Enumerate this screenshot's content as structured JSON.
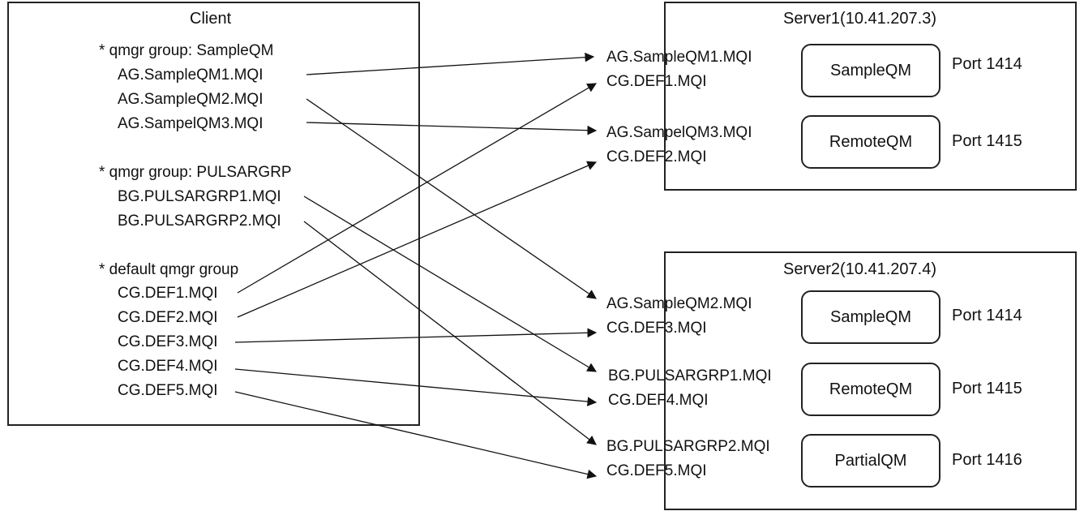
{
  "client": {
    "title": "Client",
    "groups": [
      {
        "header": "* qmgr group: SampleQM",
        "channels": [
          "AG.SampleQM1.MQI",
          "AG.SampleQM2.MQI",
          "AG.SampelQM3.MQI"
        ]
      },
      {
        "header": "* qmgr group: PULSARGRP",
        "channels": [
          "BG.PULSARGRP1.MQI",
          "BG.PULSARGRP2.MQI"
        ]
      },
      {
        "header": "* default qmgr group",
        "channels": [
          "CG.DEF1.MQI",
          "CG.DEF2.MQI",
          "CG.DEF3.MQI",
          "CG.DEF4.MQI",
          "CG.DEF5.MQI"
        ]
      }
    ]
  },
  "servers": [
    {
      "title": "Server1(10.41.207.3)",
      "queue_managers": [
        {
          "name": "SampleQM",
          "port": "Port 1414",
          "channels": [
            "AG.SampleQM1.MQI",
            "CG.DEF1.MQI"
          ]
        },
        {
          "name": "RemoteQM",
          "port": "Port 1415",
          "channels": [
            "AG.SampelQM3.MQI",
            "CG.DEF2.MQI"
          ]
        }
      ]
    },
    {
      "title": "Server2(10.41.207.4)",
      "queue_managers": [
        {
          "name": "SampleQM",
          "port": "Port 1414",
          "channels": [
            "AG.SampleQM2.MQI",
            "CG.DEF3.MQI"
          ]
        },
        {
          "name": "RemoteQM",
          "port": "Port 1415",
          "channels": [
            "BG.PULSARGRP1.MQI",
            "CG.DEF4.MQI"
          ]
        },
        {
          "name": "PartialQM",
          "port": "Port 1416",
          "channels": [
            "BG.PULSARGRP2.MQI",
            "CG.DEF5.MQI"
          ]
        }
      ]
    }
  ]
}
